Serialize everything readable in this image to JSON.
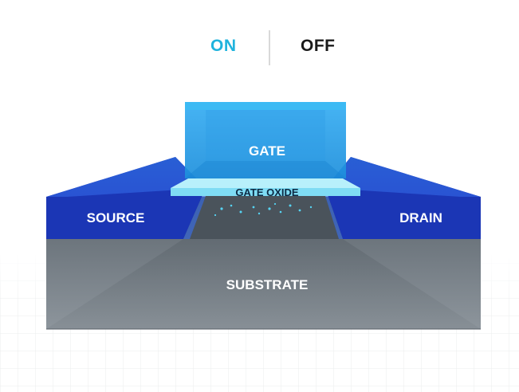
{
  "toggle": {
    "on_label": "ON",
    "off_label": "OFF",
    "active": "ON"
  },
  "diagram": {
    "gate_label": "GATE",
    "gate_oxide_label": "GATE OXIDE",
    "source_label": "SOURCE",
    "drain_label": "DRAIN",
    "substrate_label": "SUBSTRATE"
  },
  "colors": {
    "accent_on": "#1fb3dd",
    "gate": "#2aa2e6",
    "gate_oxide": "#8fe3f8",
    "source_drain": "#1b35b4",
    "substrate": "#6f7880"
  }
}
